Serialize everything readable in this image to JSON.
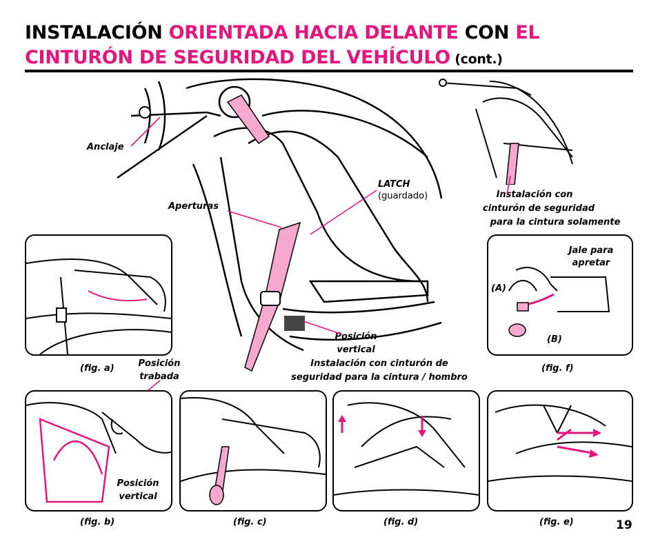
{
  "title": {
    "part1": "INSTALACIÓN ",
    "part2": "ORIENTADA HACIA DELANTE",
    "part3": " CON ",
    "part4": "EL",
    "part5": "CINTURÓN DE SEGURIDAD DEL VEHÍCULO",
    "part6": " (cont.)"
  },
  "labels": {
    "anclaje": "Anclaje",
    "latch": "LATCH",
    "guardado": "(guardado)",
    "aperturas": "Aperturas",
    "instalacion_cintura_1": "Instalación con",
    "instalacion_cintura_2": "cinturón de seguridad",
    "instalacion_cintura_3": "para la cintura solamente",
    "jale_1": "Jale para",
    "jale_2": "apretar",
    "a": "(A)",
    "b": "(B)",
    "posicion_vertical_1": "Posición",
    "posicion_vertical_2": "vertical",
    "hombro_1": "Instalación con cinturón de",
    "hombro_2": "seguridad para la cintura / hombro",
    "posicion_trabada_1": "Posición",
    "posicion_trabada_2": "trabada",
    "posicion_vertical_b1": "Posición",
    "posicion_vertical_b2": "vertical"
  },
  "figures": {
    "a": "(fig. a)",
    "b": "(fig. b)",
    "c": "(fig. c)",
    "d": "(fig. d)",
    "e": "(fig. e)",
    "f": "(fig. f)"
  },
  "page_number": "19",
  "colors": {
    "accent": "#e2167e",
    "strap": "#f7a8cf"
  }
}
